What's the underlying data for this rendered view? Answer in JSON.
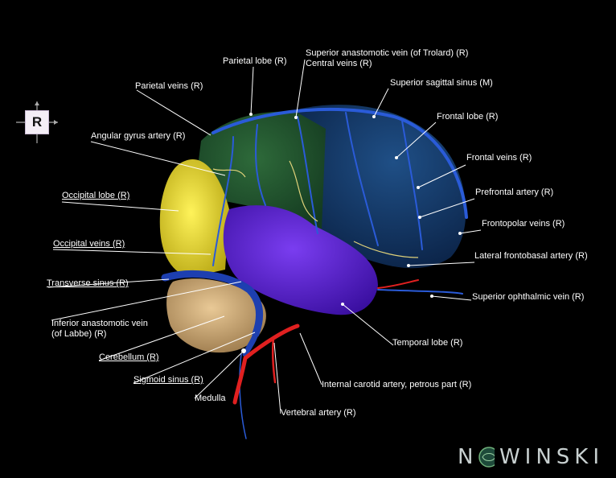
{
  "orientation": {
    "letter": "R"
  },
  "brand": {
    "text_left": "N",
    "text_right": "W",
    "text_tail": "INSKI"
  },
  "labels": [
    {
      "id": "parietal-lobe",
      "text": "Parietal lobe (R)"
    },
    {
      "id": "trolard",
      "text": "Superior anastomotic vein (of Trolard) (R)"
    },
    {
      "id": "central-veins",
      "text": "Central veins (R)"
    },
    {
      "id": "sup-sagittal",
      "text": "Superior sagittal sinus (M)"
    },
    {
      "id": "parietal-veins",
      "text": "Parietal veins (R)"
    },
    {
      "id": "frontal-lobe",
      "text": "Frontal lobe (R)"
    },
    {
      "id": "angular-gyrus",
      "text": "Angular gyrus artery (R)"
    },
    {
      "id": "frontal-veins",
      "text": "Frontal veins (R)"
    },
    {
      "id": "prefrontal",
      "text": "Prefrontal artery (R)"
    },
    {
      "id": "occipital-lobe",
      "text": "Occipital lobe (R)"
    },
    {
      "id": "frontopolar",
      "text": "Frontopolar veins (R)"
    },
    {
      "id": "occipital-veins",
      "text": "Occipital veins (R)"
    },
    {
      "id": "lat-frontobasal",
      "text": "Lateral frontobasal artery (R)"
    },
    {
      "id": "transverse",
      "text": "Transverse sinus (R)"
    },
    {
      "id": "sup-ophthalmic",
      "text": "Superior ophthalmic vein (R)"
    },
    {
      "id": "labbe-1",
      "text": "Inferior anastomotic vein"
    },
    {
      "id": "labbe-2",
      "text": "(of Labbe) (R)"
    },
    {
      "id": "temporal-lobe",
      "text": "Temporal lobe (R)"
    },
    {
      "id": "cerebellum",
      "text": "Cerebellum (R)"
    },
    {
      "id": "sigmoid",
      "text": "Sigmoid sinus (R)"
    },
    {
      "id": "ica",
      "text": "Internal carotid artery, petrous part (R)"
    },
    {
      "id": "medulla",
      "text": "Medulla"
    },
    {
      "id": "vertebral",
      "text": "Vertebral artery (R)"
    }
  ]
}
